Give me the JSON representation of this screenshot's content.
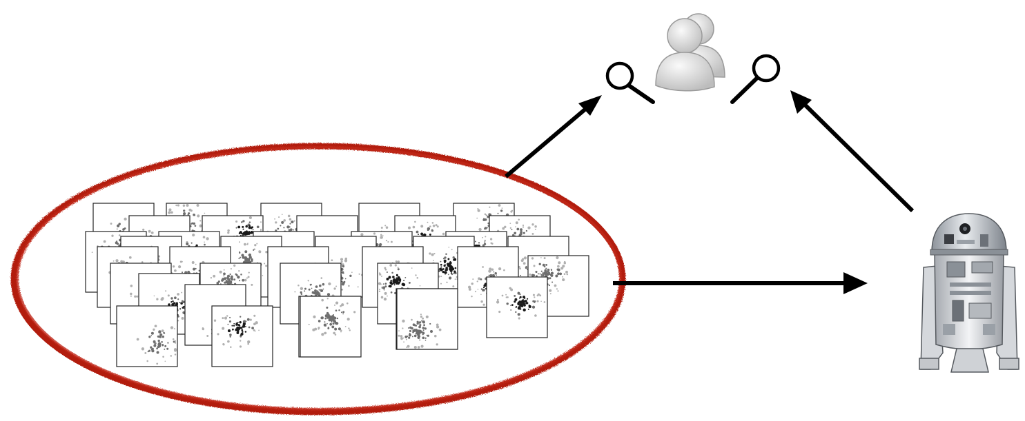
{
  "diagram": {
    "nodes": [
      {
        "id": "scatter-plot-collection",
        "kind": "image-collection",
        "icon": "scatter-plot-thumbnails"
      },
      {
        "id": "human-analyst",
        "kind": "person",
        "icon": "user-icon"
      },
      {
        "id": "robot-analyst",
        "kind": "robot",
        "icon": "robot-icon"
      }
    ],
    "edges": [
      {
        "from": "scatter-plot-collection",
        "to": "human-analyst"
      },
      {
        "from": "scatter-plot-collection",
        "to": "robot-analyst"
      },
      {
        "from": "robot-analyst",
        "to": "human-analyst"
      }
    ],
    "magnifier_icons": [
      "magnifier-icon-left",
      "magnifier-icon-right"
    ],
    "colors": {
      "ellipse": "#b21e10",
      "arrows": "#000000",
      "points": "#333333",
      "person": "#d9d9d9",
      "robot_dome": "#b8bec6",
      "robot_body": "#e4e6ea"
    }
  }
}
